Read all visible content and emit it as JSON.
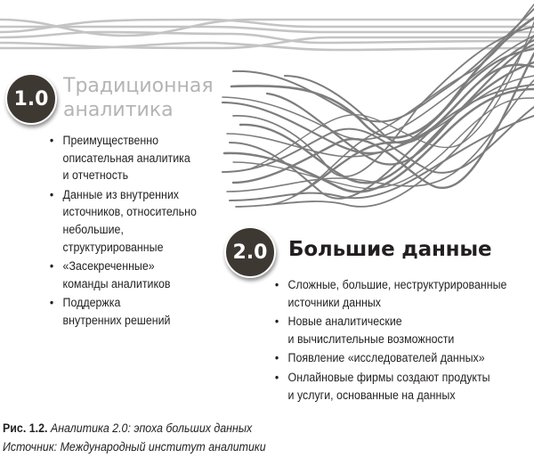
{
  "figure": {
    "section_1": {
      "badge": "1.0",
      "title_line1": "Традиционная",
      "title_line2": "аналитика",
      "title_color": "#b4b4b4",
      "bullets": [
        {
          "lines": [
            "Преимущественно",
            "описательная аналитика",
            "и отчетность"
          ]
        },
        {
          "lines": [
            "Данные из внутренних",
            "источников, относительно",
            "небольшие,",
            "структурированные"
          ]
        },
        {
          "lines": [
            "«Засекреченные»",
            "команды аналитиков"
          ]
        },
        {
          "lines": [
            "Поддержка",
            "внутренних решений"
          ]
        }
      ]
    },
    "section_2": {
      "badge": "2.0",
      "title": "Большие данные",
      "title_color": "#231f20",
      "bullets": [
        {
          "lines": [
            "Сложные, большие, неструктурированные",
            "источники данных"
          ]
        },
        {
          "lines": [
            "Новые аналитические",
            "и вычислительные возможности"
          ]
        },
        {
          "lines": [
            "Появление «исследователей данных»"
          ]
        },
        {
          "lines": [
            "Онлайновые фирмы создают продукты",
            "и услуги, основанные на данных"
          ]
        }
      ]
    },
    "bullet_symbol": "•",
    "badge_color": "#3e3832",
    "structured_lines_color": "#c8c8c8",
    "tangled_lines_color": "#7a7a7a",
    "decorations": {
      "structured_lines_icon": "parallel-braided-lines",
      "tangled_lines_icon": "tangled-rising-lines"
    }
  },
  "caption": {
    "label": "Рис. 1.2.",
    "title": "Аналитика 2.0: эпоха больших данных",
    "source": "Источник: Международный институт аналитики"
  }
}
